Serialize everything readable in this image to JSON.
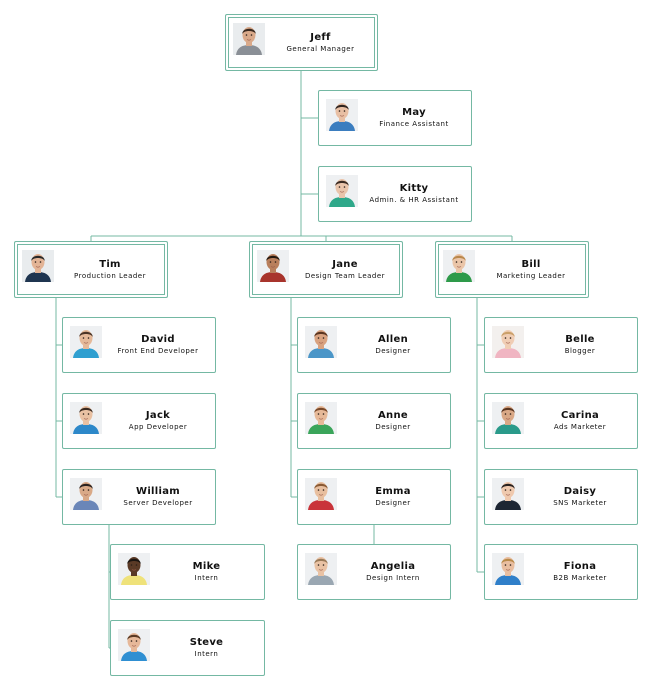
{
  "colors": {
    "border": "#74b8a3",
    "line": "#74b8a3"
  },
  "people": [
    {
      "name": "Jeff",
      "title": "General Manager",
      "skin": "#d9a98a",
      "hair": "#3b2a20",
      "shirt": "#8a8f96",
      "bg": "#e9ecee"
    },
    {
      "name": "May",
      "title": "Finance Assistant",
      "skin": "#e8bfa4",
      "hair": "#2f2420",
      "shirt": "#3b7dbf",
      "bg": "#eef0f2"
    },
    {
      "name": "Kitty",
      "title": "Admin. & HR Assistant",
      "skin": "#e9c4ab",
      "hair": "#3a2a22",
      "shirt": "#2fa88a",
      "bg": "#eef0f2"
    },
    {
      "name": "Tim",
      "title": "Production Leader",
      "skin": "#e3b496",
      "hair": "#2a2a2a",
      "shirt": "#1f3550",
      "bg": "#e9ecee"
    },
    {
      "name": "Jane",
      "title": "Design Team Leader",
      "skin": "#b97f5c",
      "hair": "#24180f",
      "shirt": "#a8342c",
      "bg": "#eef0f2"
    },
    {
      "name": "Bill",
      "title": "Marketing Leader",
      "skin": "#eac5a8",
      "hair": "#b9884c",
      "shirt": "#2e9a4a",
      "bg": "#eef0f2"
    },
    {
      "name": "David",
      "title": "Front End Developer",
      "skin": "#e5b999",
      "hair": "#4b3426",
      "shirt": "#2f9fd0",
      "bg": "#eef0f2"
    },
    {
      "name": "Jack",
      "title": "App Developer",
      "skin": "#e9c1a3",
      "hair": "#3a2a20",
      "shirt": "#2d88c9",
      "bg": "#eef0f2"
    },
    {
      "name": "William",
      "title": "Server Developer",
      "skin": "#d9a987",
      "hair": "#2b2220",
      "shirt": "#6a86b8",
      "bg": "#eef0f2"
    },
    {
      "name": "Mike",
      "title": "Intern",
      "skin": "#5a3a26",
      "hair": "#1a1410",
      "shirt": "#efe27a",
      "bg": "#eef0f2"
    },
    {
      "name": "Steve",
      "title": "Intern",
      "skin": "#e6b899",
      "hair": "#5a3a24",
      "shirt": "#2f8fd2",
      "bg": "#eef0f2"
    },
    {
      "name": "Allen",
      "title": "Designer",
      "skin": "#d9a27f",
      "hair": "#5a3520",
      "shirt": "#4b96c8",
      "bg": "#eef0f2"
    },
    {
      "name": "Anne",
      "title": "Designer",
      "skin": "#e6b998",
      "hair": "#7a4a2a",
      "shirt": "#3aa55a",
      "bg": "#eef0f2"
    },
    {
      "name": "Emma",
      "title": "Designer",
      "skin": "#e8bf9f",
      "hair": "#8a5a34",
      "shirt": "#c9343a",
      "bg": "#eef0f2"
    },
    {
      "name": "Angelia",
      "title": "Design Intern",
      "skin": "#e9c2a4",
      "hair": "#9a7a58",
      "shirt": "#9aa7b2",
      "bg": "#eef0f2"
    },
    {
      "name": "Belle",
      "title": "Blogger",
      "skin": "#f0cdb4",
      "hair": "#caa06a",
      "shirt": "#f0b5c2",
      "bg": "#f3f0ee"
    },
    {
      "name": "Carina",
      "title": "Ads Marketer",
      "skin": "#d9a886",
      "hair": "#5a3520",
      "shirt": "#2a9a8a",
      "bg": "#eef0f2"
    },
    {
      "name": "Daisy",
      "title": "SNS Marketer",
      "skin": "#efc9ae",
      "hair": "#2a2220",
      "shirt": "#1d2633",
      "bg": "#eef0f2"
    },
    {
      "name": "Fiona",
      "title": "B2B Marketer",
      "skin": "#e9bea0",
      "hair": "#b98a4a",
      "shirt": "#2f7fc9",
      "bg": "#eef0f2"
    }
  ]
}
